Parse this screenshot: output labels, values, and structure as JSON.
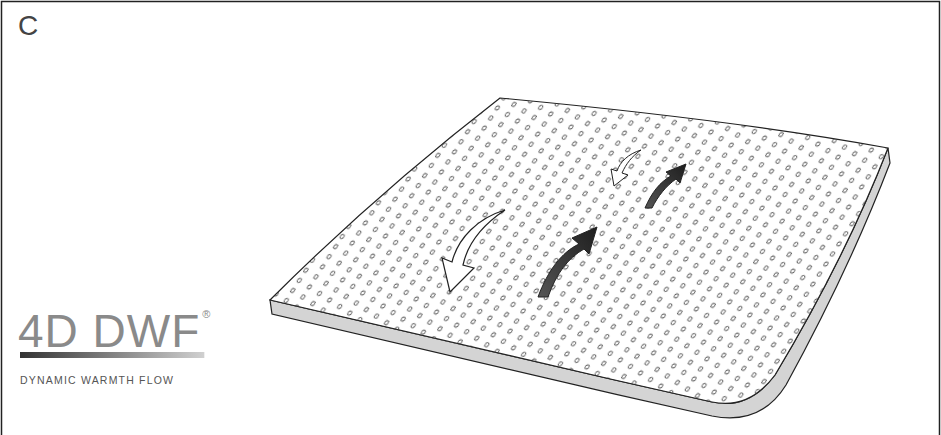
{
  "diagram": {
    "labels": [
      "C",
      "4D DWF",
      "®",
      "DYNAMIC WARMTH FLOW"
    ]
  }
}
